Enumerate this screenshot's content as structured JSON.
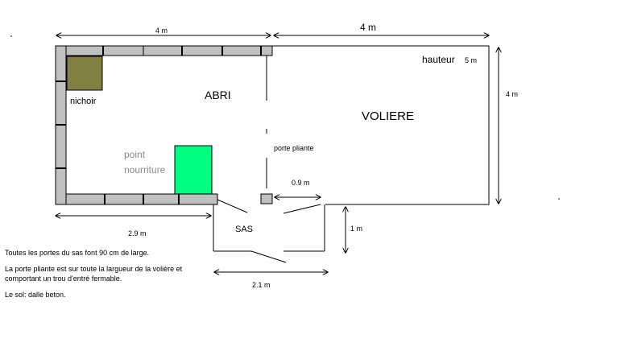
{
  "dimensions": {
    "abri_width": "4 m",
    "voliere_width": "4 m",
    "voliere_depth": "4 m",
    "abri_lower": "2.9 m",
    "gap": "0.9 m",
    "sas_depth": "1 m",
    "sas_width": "2.1 m"
  },
  "labels": {
    "hauteur": "hauteur",
    "hauteur_value": "5 m",
    "abri": "ABRI",
    "voliere": "VOLIERE",
    "nichoir": "nichoir",
    "point_line1": "point",
    "point_line2": "nourriture",
    "porte_pliante": "porte pliante",
    "sas": "SAS"
  },
  "notes": {
    "line1": "Toutes les portes du sas font 90 cm de large.",
    "line2": "La porte pliante est sur toute la largueur de la volière et comportant un trou d'entré fermable.",
    "line3": "Le sol: dalle beton."
  },
  "colors": {
    "wall_fill": "#c0c0c0",
    "nichoir": "#808040",
    "nourriture": "#00ff80",
    "grey_text": "#8a8a8a"
  }
}
